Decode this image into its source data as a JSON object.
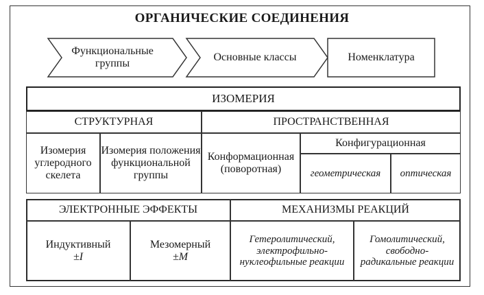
{
  "title": "ОРГАНИЧЕСКИЕ СОЕДИНЕНИЯ",
  "flow": {
    "step1": "Функциональные группы",
    "step2": "Основные классы",
    "step3": "Номенклатура"
  },
  "isomerism": {
    "header": "ИЗОМЕРИЯ",
    "structural": {
      "label": "СТРУКТУРНАЯ",
      "carbon_skeleton": "Изомерия углеродного скелета",
      "functional_group_position": "Изомерия положения функциональной группы"
    },
    "spatial": {
      "label": "ПРОСТРАНСТВЕННАЯ",
      "conformational": "Конформационная (поворотная)",
      "configurational": {
        "label": "Конфигурационная",
        "geometric": "геометрическая",
        "optical": "оптическая"
      }
    }
  },
  "electronic_effects": {
    "header": "ЭЛЕКТРОННЫЕ ЭФФЕКТЫ",
    "inductive": {
      "label": "Индуктивный",
      "symbol": "±I"
    },
    "mesomeric": {
      "label": "Мезомерный",
      "symbol": "±M"
    }
  },
  "reaction_mechanisms": {
    "header": "МЕХАНИЗМЫ РЕАКЦИЙ",
    "heterolytic": "Гетеролитический, электрофильно-нуклеофильные реакции",
    "homolytic": "Гомолитический, свободно-радикальные реакции"
  }
}
